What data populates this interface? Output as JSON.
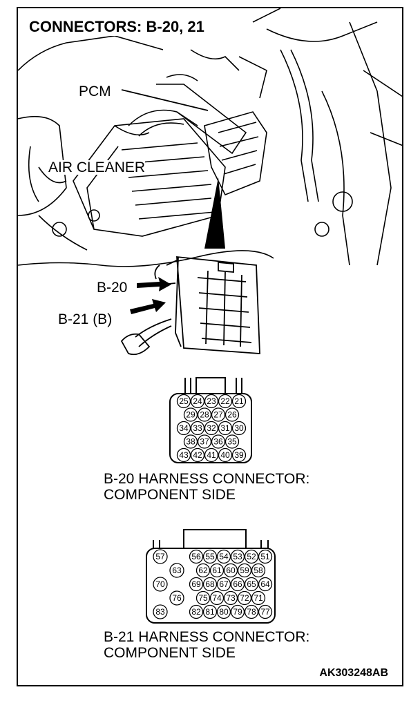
{
  "title": "CONNECTORS: B-20, 21",
  "callouts": {
    "pcm": "PCM",
    "air_cleaner": "AIR CLEANER",
    "b20": "B-20",
    "b21": "B-21 (B)"
  },
  "b20": {
    "rows": [
      [
        "25",
        "24",
        "23",
        "22",
        "21"
      ],
      [
        "29",
        "28",
        "27",
        "26"
      ],
      [
        "34",
        "33",
        "32",
        "31",
        "30"
      ],
      [
        "38",
        "37",
        "36",
        "35"
      ],
      [
        "43",
        "42",
        "41",
        "40",
        "39"
      ]
    ],
    "caption_line1": "B-20 HARNESS CONNECTOR:",
    "caption_line2": "COMPONENT SIDE"
  },
  "b21": {
    "left_pins": [
      "57",
      "63",
      "70",
      "76",
      "83"
    ],
    "rows": [
      [
        "56",
        "55",
        "54",
        "53",
        "52",
        "51"
      ],
      [
        "62",
        "61",
        "60",
        "59",
        "58"
      ],
      [
        "69",
        "68",
        "67",
        "66",
        "65",
        "64"
      ],
      [
        "75",
        "74",
        "73",
        "72",
        "71"
      ],
      [
        "82",
        "81",
        "80",
        "79",
        "78",
        "77"
      ]
    ],
    "caption_line1": "B-21 HARNESS CONNECTOR:",
    "caption_line2": "COMPONENT SIDE"
  },
  "reference_code": "AK303248AB"
}
